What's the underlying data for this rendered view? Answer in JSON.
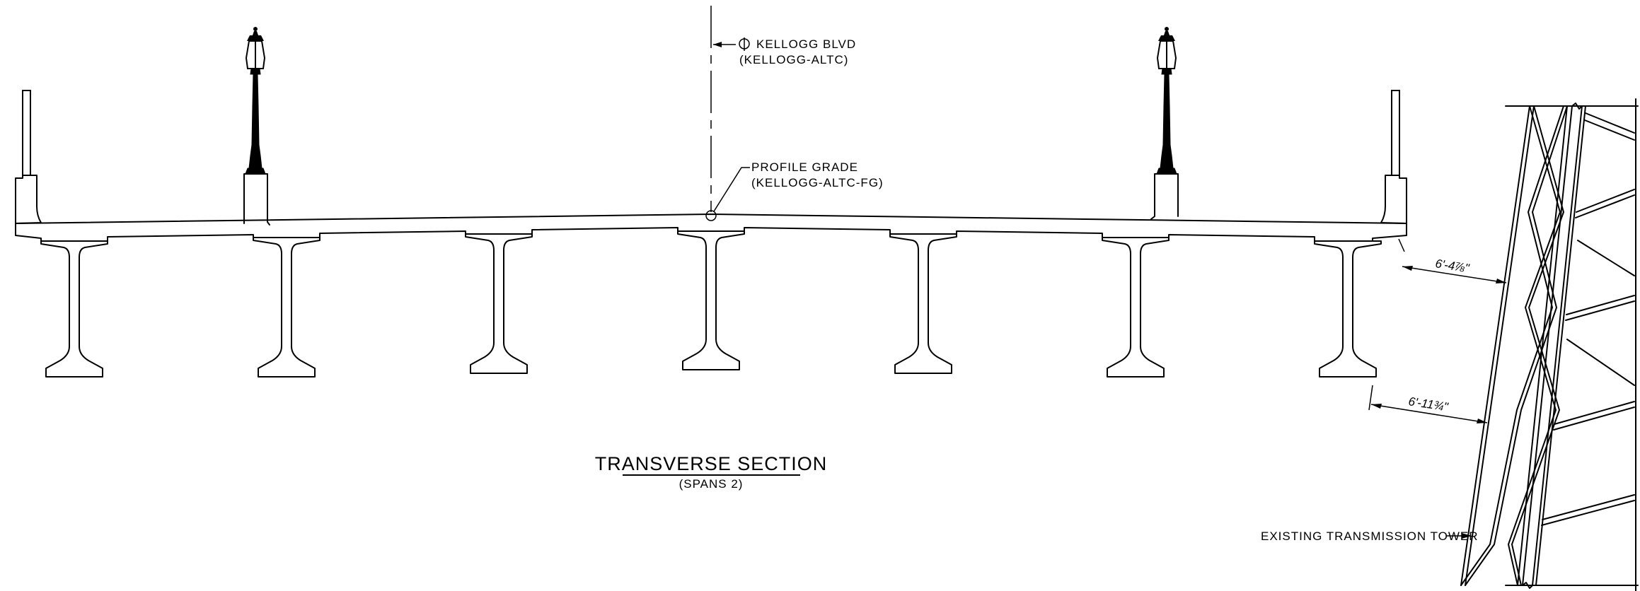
{
  "title": "TRANSVERSE SECTION",
  "subtitle": "(SPANS 2)",
  "centerline": {
    "label": "KELLOGG BLVD",
    "alignment": "(KELLOGG-ALTC)"
  },
  "profile_grade": {
    "label": "PROFILE GRADE",
    "alignment": "(KELLOGG-ALTC-FG)"
  },
  "dimensions": {
    "upper": "6'-4⅞\"",
    "lower": "6'-11¾\""
  },
  "tower_label": "EXISTING TRANSMISSION TOWER",
  "girder_count": 7,
  "lamp_posts": 2
}
